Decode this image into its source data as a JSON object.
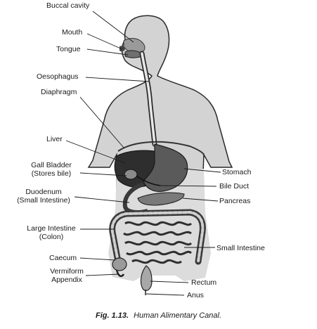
{
  "labels": {
    "buccal_cavity": "Buccal cavity",
    "mouth": "Mouth",
    "tongue": "Tongue",
    "oesophagus": "Oesophagus",
    "diaphragm": "Diaphragm",
    "liver": "Liver",
    "gall_bladder_line1": "Gall Bladder",
    "gall_bladder_line2": "(Stores bile)",
    "duodenum_line1": "Duodenum",
    "duodenum_line2": "(Small Intestine)",
    "large_intestine_line1": "Large Intestine",
    "large_intestine_line2": "(Colon)",
    "caecum": "Caecum",
    "vermiform_line1": "Vermiform",
    "vermiform_line2": "Appendix",
    "stomach": "Stomach",
    "bile_duct": "Bile Duct",
    "pancreas": "Pancreas",
    "small_intestine": "Small Intestine",
    "rectum": "Rectum",
    "anus": "Anus"
  },
  "caption": {
    "fig": "Fig. 1.13.",
    "text": "Human Alimentary Canal."
  }
}
